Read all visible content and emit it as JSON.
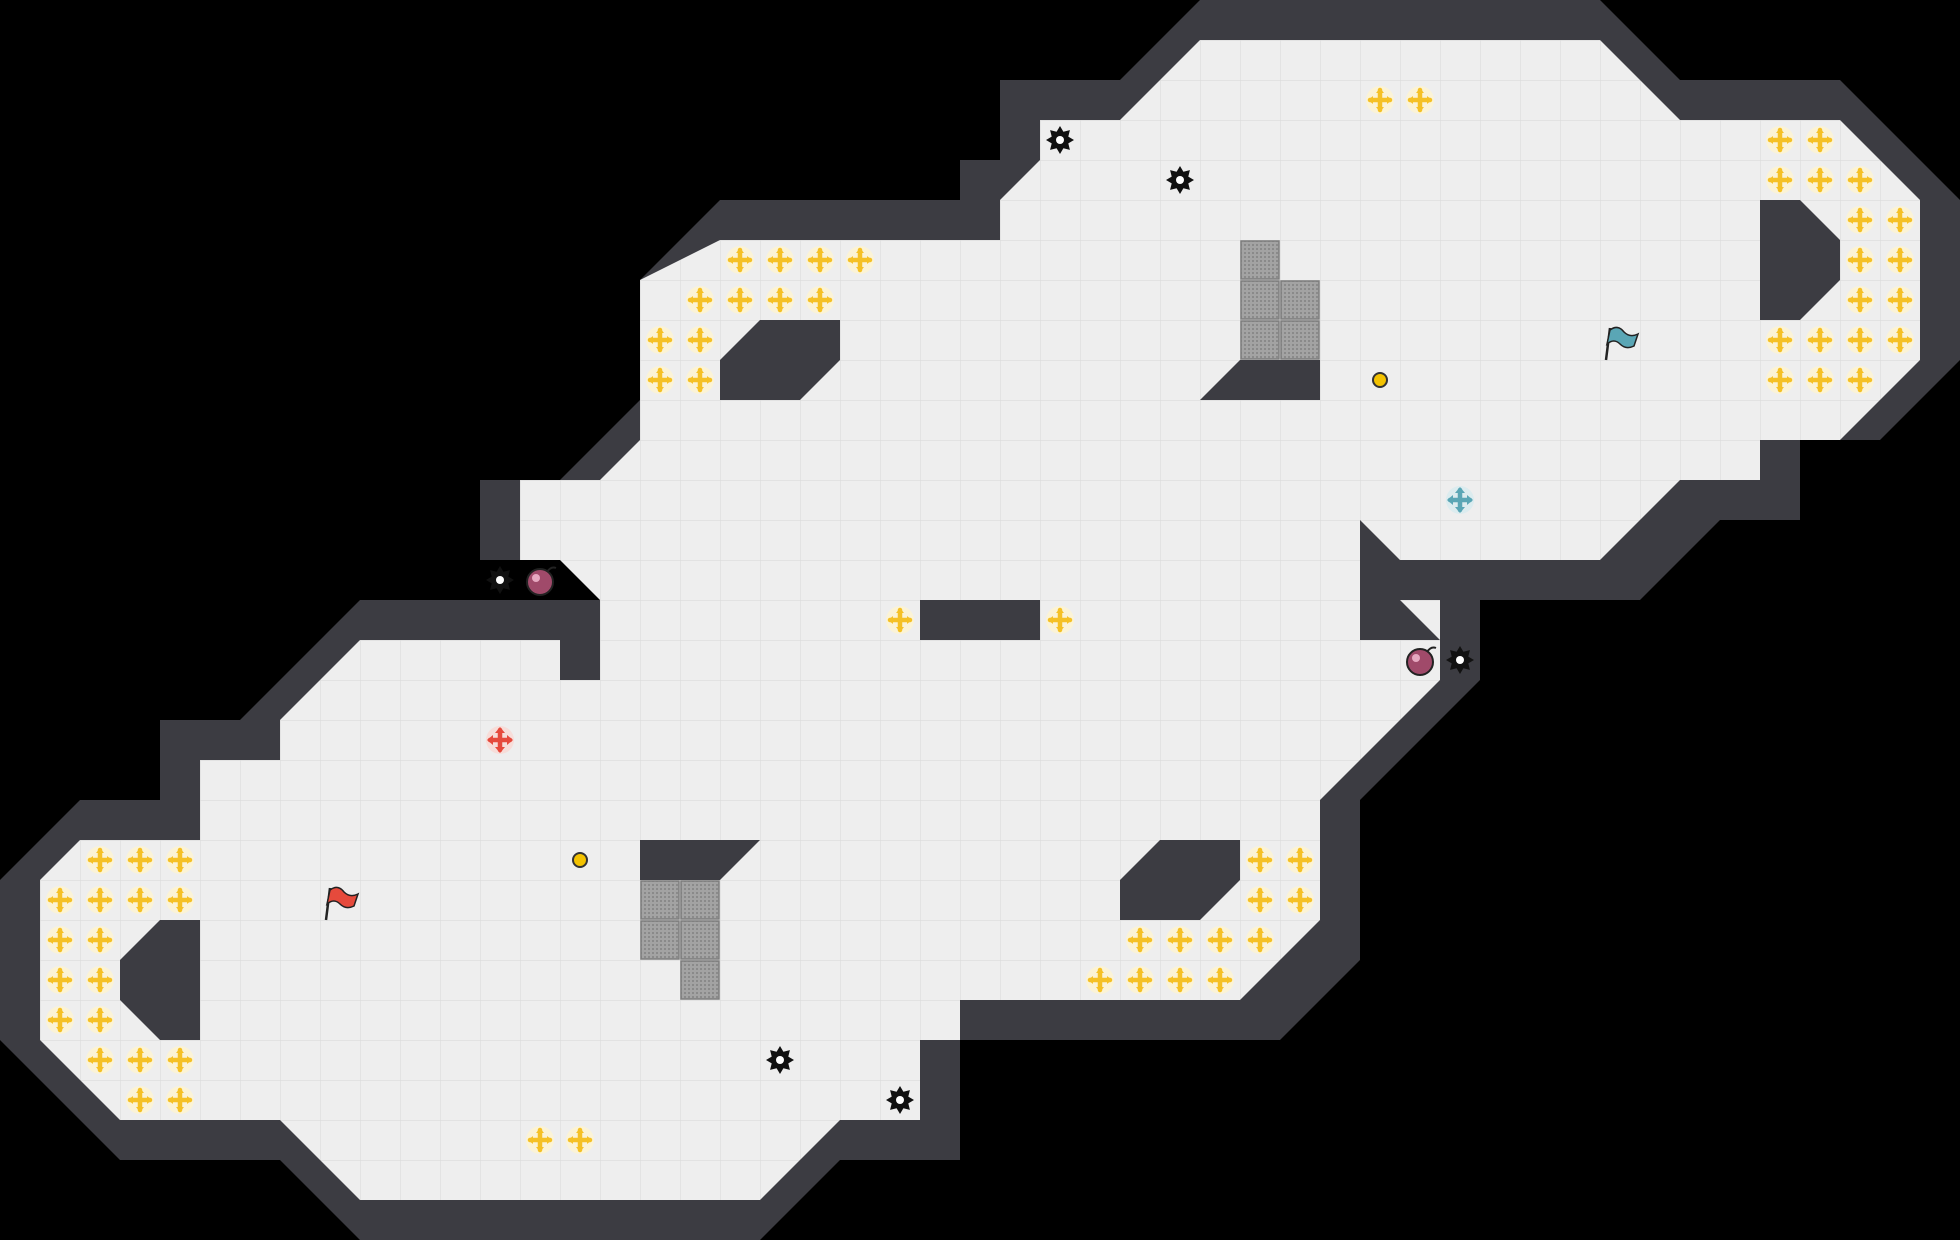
{
  "colors": {
    "background": "#000000",
    "floor": "#eeeeee",
    "grid": "#dcdcdc",
    "wall": "#3c3c42",
    "wall_highlight": "#55555c",
    "boost": "#f5c126",
    "boost_bg": "#fbf3d6",
    "crate": "#9a9a9a",
    "red_team": "#e64a3c",
    "blue_team": "#5aa6b5",
    "bomb": "#a04a6a",
    "spike": "#111111",
    "powerup": "#f3c200"
  },
  "flags": [
    {
      "team": "red",
      "icon": "red-flag-icon",
      "col": 8,
      "row": 22
    },
    {
      "team": "blue",
      "icon": "blue-flag-icon",
      "col": 40,
      "row": 8
    }
  ],
  "team_tiles": [
    {
      "team": "red",
      "icon": "red-team-tile-icon",
      "col": 12,
      "row": 18
    },
    {
      "team": "blue",
      "icon": "blue-team-tile-icon",
      "col": 36,
      "row": 12
    }
  ],
  "spikes": [
    [
      26,
      3
    ],
    [
      29,
      4
    ],
    [
      12,
      14
    ],
    [
      36,
      16
    ],
    [
      19,
      26
    ],
    [
      22,
      27
    ]
  ],
  "bombs": [
    [
      13,
      14
    ],
    [
      35,
      16
    ]
  ],
  "powerups": [
    [
      14,
      21
    ],
    [
      34,
      9
    ]
  ],
  "boosts": [
    [
      34,
      2
    ],
    [
      35,
      2
    ],
    [
      44,
      3
    ],
    [
      45,
      3
    ],
    [
      44,
      4
    ],
    [
      45,
      4
    ],
    [
      46,
      4
    ],
    [
      46,
      5
    ],
    [
      47,
      5
    ],
    [
      46,
      6
    ],
    [
      47,
      6
    ],
    [
      46,
      7
    ],
    [
      47,
      7
    ],
    [
      44,
      8
    ],
    [
      45,
      8
    ],
    [
      46,
      8
    ],
    [
      47,
      8
    ],
    [
      44,
      9
    ],
    [
      45,
      9
    ],
    [
      46,
      9
    ],
    [
      18,
      6
    ],
    [
      19,
      6
    ],
    [
      20,
      6
    ],
    [
      21,
      6
    ],
    [
      17,
      7
    ],
    [
      18,
      7
    ],
    [
      19,
      7
    ],
    [
      20,
      7
    ],
    [
      16,
      8
    ],
    [
      17,
      8
    ],
    [
      16,
      9
    ],
    [
      17,
      9
    ],
    [
      22,
      15
    ],
    [
      26,
      15
    ],
    [
      2,
      21
    ],
    [
      3,
      21
    ],
    [
      4,
      21
    ],
    [
      1,
      22
    ],
    [
      2,
      22
    ],
    [
      3,
      22
    ],
    [
      4,
      22
    ],
    [
      1,
      23
    ],
    [
      2,
      23
    ],
    [
      1,
      24
    ],
    [
      2,
      24
    ],
    [
      1,
      25
    ],
    [
      2,
      25
    ],
    [
      2,
      26
    ],
    [
      3,
      26
    ],
    [
      4,
      26
    ],
    [
      3,
      27
    ],
    [
      4,
      27
    ],
    [
      31,
      21
    ],
    [
      32,
      21
    ],
    [
      31,
      22
    ],
    [
      32,
      22
    ],
    [
      28,
      23
    ],
    [
      29,
      23
    ],
    [
      30,
      23
    ],
    [
      31,
      23
    ],
    [
      27,
      24
    ],
    [
      28,
      24
    ],
    [
      29,
      24
    ],
    [
      30,
      24
    ],
    [
      13,
      28
    ],
    [
      14,
      28
    ]
  ],
  "crates": [
    [
      31,
      6
    ],
    [
      31,
      7
    ],
    [
      32,
      7
    ],
    [
      31,
      8
    ],
    [
      32,
      8
    ],
    [
      16,
      22
    ],
    [
      17,
      22
    ],
    [
      16,
      23
    ],
    [
      17,
      23
    ],
    [
      17,
      24
    ]
  ]
}
